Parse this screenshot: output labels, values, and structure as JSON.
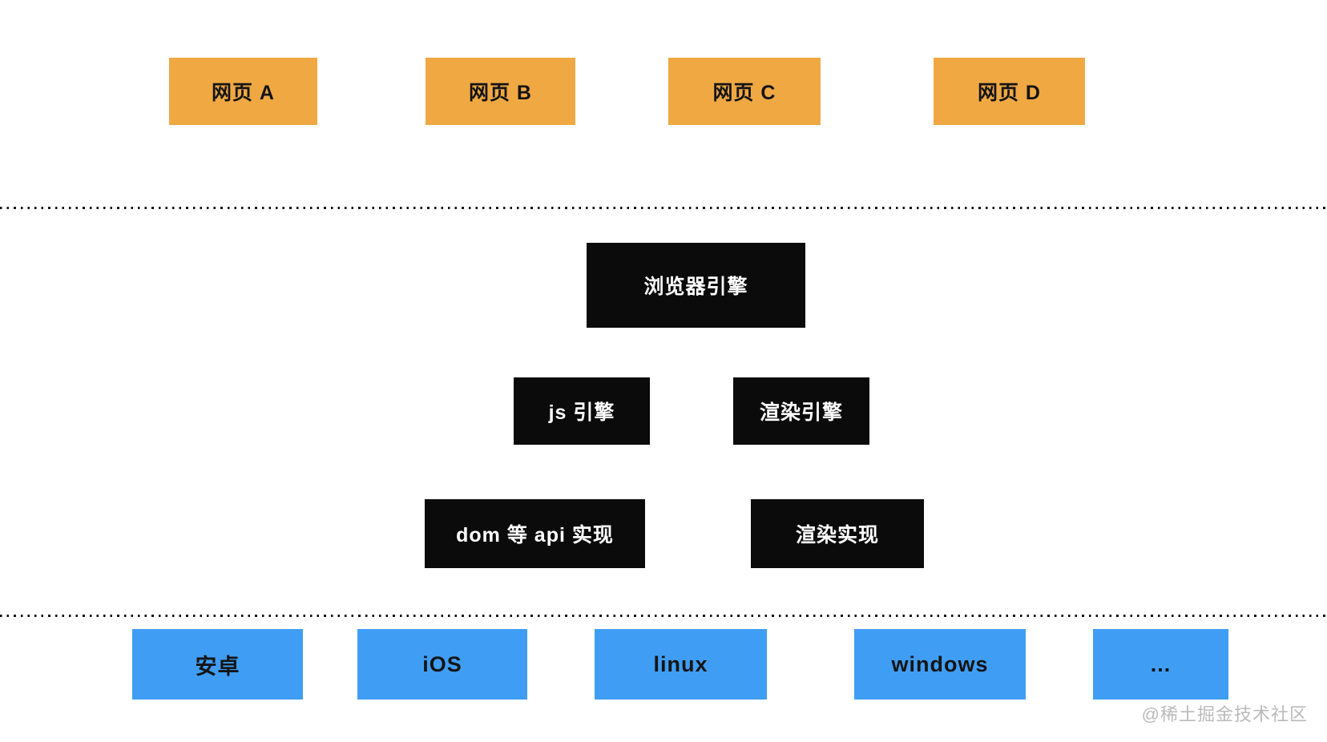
{
  "webpages": [
    {
      "label": "网页 A"
    },
    {
      "label": "网页 B"
    },
    {
      "label": "网页 C"
    },
    {
      "label": "网页 D"
    }
  ],
  "browser_engine": {
    "label": "浏览器引擎"
  },
  "engines": [
    {
      "label": "js 引擎"
    },
    {
      "label": "渲染引擎"
    }
  ],
  "implementations": [
    {
      "label": "dom 等 api 实现"
    },
    {
      "label": "渲染实现"
    }
  ],
  "platforms": [
    {
      "label": "安卓"
    },
    {
      "label": "iOS"
    },
    {
      "label": "linux"
    },
    {
      "label": "windows"
    },
    {
      "label": "..."
    }
  ],
  "watermark": {
    "label": "@稀土掘金技术社区"
  },
  "colors": {
    "background": "#ffffff",
    "webpage_bg": "#f0a843",
    "platform_bg": "#3f9ef4",
    "engine_bg": "#0b0b0b",
    "engine_text": "#ffffff",
    "node_text": "#141414",
    "dot_color": "#141414",
    "watermark_color": "#bababa"
  }
}
